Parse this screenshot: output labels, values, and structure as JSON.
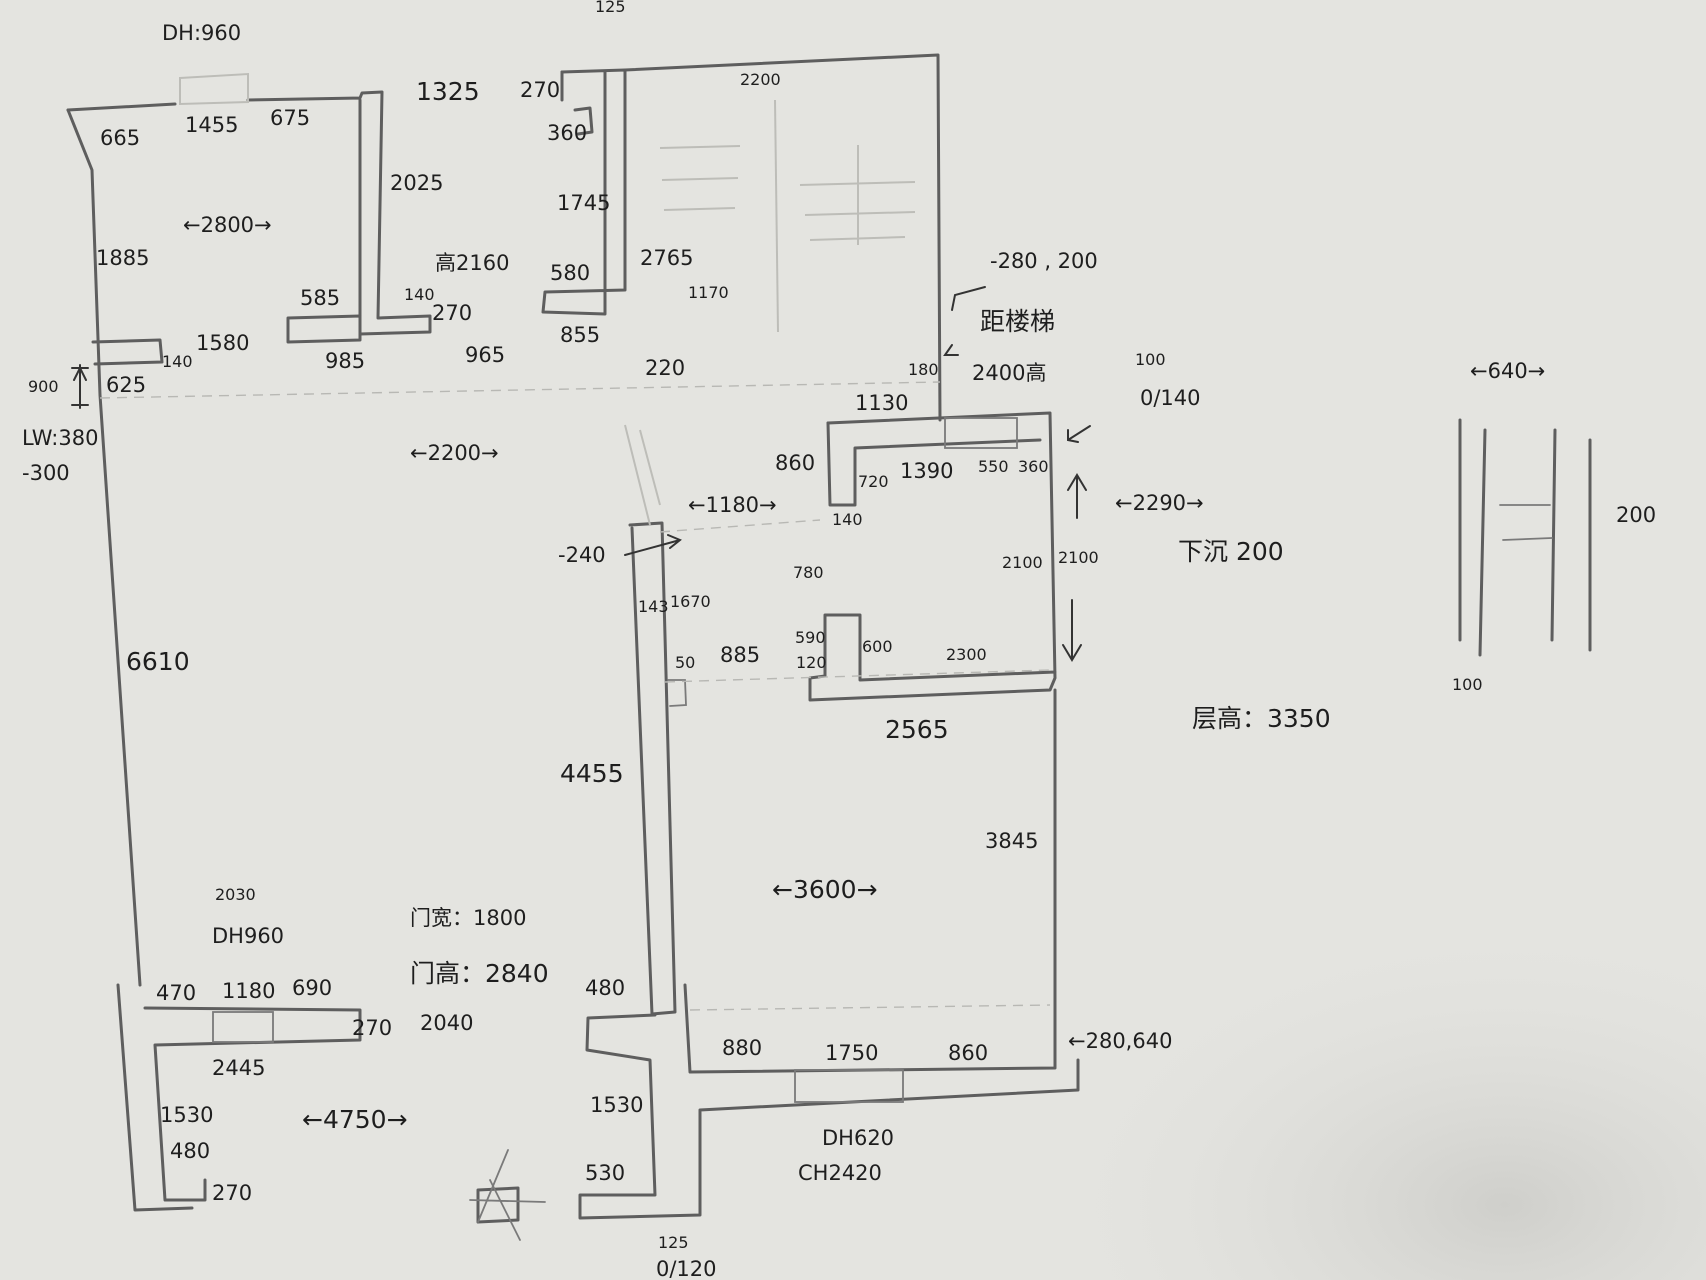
{
  "labels": [
    {
      "id": "dh-960-top",
      "text": "DH:960"
    },
    {
      "id": "dim-665",
      "text": "665"
    },
    {
      "id": "dim-1455",
      "text": "1455"
    },
    {
      "id": "dim-675",
      "text": "675"
    },
    {
      "id": "dim-1325",
      "text": "1325"
    },
    {
      "id": "dim-270-a",
      "text": "270"
    },
    {
      "id": "dim-125-top",
      "text": "125"
    },
    {
      "id": "dim-2200-top",
      "text": "2200"
    },
    {
      "id": "dim-360",
      "text": "360"
    },
    {
      "id": "dim-2025",
      "text": "2025"
    },
    {
      "id": "dim-1745",
      "text": "1745"
    },
    {
      "id": "dim-2800",
      "text": "←2800→"
    },
    {
      "id": "dim-1885",
      "text": "1885"
    },
    {
      "id": "ht-2160",
      "text": "高2160"
    },
    {
      "id": "dim-580",
      "text": "580"
    },
    {
      "id": "dim-2765",
      "text": "2765"
    },
    {
      "id": "dim-1170",
      "text": "1170"
    },
    {
      "id": "dim-585",
      "text": "585"
    },
    {
      "id": "dim-140-a",
      "text": "140"
    },
    {
      "id": "dim-270-b",
      "text": "270"
    },
    {
      "id": "dim-985",
      "text": "985"
    },
    {
      "id": "dim-965",
      "text": "965"
    },
    {
      "id": "dim-855",
      "text": "855"
    },
    {
      "id": "dim-1580",
      "text": "1580"
    },
    {
      "id": "dim-140-b",
      "text": "140"
    },
    {
      "id": "dim-220",
      "text": "220"
    },
    {
      "id": "dim-900",
      "text": "900"
    },
    {
      "id": "dim-625",
      "text": "625"
    },
    {
      "id": "lw-380",
      "text": "LW:380"
    },
    {
      "id": "dim-neg300",
      "text": "-300"
    },
    {
      "id": "dim-280-200",
      "text": "-280 , 200"
    },
    {
      "id": "note-beam",
      "text": "距楼梯"
    },
    {
      "id": "dim-180",
      "text": "180"
    },
    {
      "id": "ht-2400",
      "text": "2400高"
    },
    {
      "id": "dim-100-right",
      "text": "100"
    },
    {
      "id": "dim-0-140",
      "text": "0/140"
    },
    {
      "id": "dim-640-top",
      "text": "←640→"
    },
    {
      "id": "dim-1130",
      "text": "1130"
    },
    {
      "id": "dim-2200-mid",
      "text": "←2200→"
    },
    {
      "id": "dim-860-mid",
      "text": "860"
    },
    {
      "id": "dim-720",
      "text": "720"
    },
    {
      "id": "dim-1390",
      "text": "1390"
    },
    {
      "id": "dim-550",
      "text": "550"
    },
    {
      "id": "dim-360-b",
      "text": "360"
    },
    {
      "id": "dim-1180",
      "text": "←1180→"
    },
    {
      "id": "dim-2290",
      "text": "←2290→"
    },
    {
      "id": "dim-140-c",
      "text": "140"
    },
    {
      "id": "dim-neg240",
      "text": "-240"
    },
    {
      "id": "dim-780",
      "text": "780"
    },
    {
      "id": "dim-2100-a",
      "text": "2100"
    },
    {
      "id": "dim-2100-b",
      "text": "2100"
    },
    {
      "id": "note-sunken",
      "text": "下沉 200"
    },
    {
      "id": "dim-200-right",
      "text": "200"
    },
    {
      "id": "dim-1670",
      "text": "1670"
    },
    {
      "id": "dim-143",
      "text": "143"
    },
    {
      "id": "dim-6610",
      "text": "6610"
    },
    {
      "id": "dim-590",
      "text": "590"
    },
    {
      "id": "dim-600",
      "text": "600"
    },
    {
      "id": "dim-2300",
      "text": "2300"
    },
    {
      "id": "dim-50",
      "text": "50"
    },
    {
      "id": "dim-885",
      "text": "885"
    },
    {
      "id": "dim-120",
      "text": "120"
    },
    {
      "id": "dim-100-bottom",
      "text": "100"
    },
    {
      "id": "dim-2565",
      "text": "2565"
    },
    {
      "id": "floor-height",
      "text": "层高：3350"
    },
    {
      "id": "dim-4455",
      "text": "4455"
    },
    {
      "id": "dim-3845",
      "text": "3845"
    },
    {
      "id": "dim-3600",
      "text": "←3600→"
    },
    {
      "id": "dim-2030",
      "text": "2030"
    },
    {
      "id": "dh-960-bottom",
      "text": "DH960"
    },
    {
      "id": "door-width",
      "text": "门宽：1800"
    },
    {
      "id": "door-height",
      "text": "门高：2840"
    },
    {
      "id": "dim-2040",
      "text": "2040"
    },
    {
      "id": "dim-470",
      "text": "470"
    },
    {
      "id": "dim-1180-b",
      "text": "1180"
    },
    {
      "id": "dim-690",
      "text": "690"
    },
    {
      "id": "dim-270-c",
      "text": "270"
    },
    {
      "id": "dim-480-a",
      "text": "480"
    },
    {
      "id": "dim-2445",
      "text": "2445"
    },
    {
      "id": "dim-880",
      "text": "880"
    },
    {
      "id": "dim-1750",
      "text": "1750"
    },
    {
      "id": "dim-860-b",
      "text": "860"
    },
    {
      "id": "dim-280-640",
      "text": "←280,640"
    },
    {
      "id": "dim-1530-a",
      "text": "1530"
    },
    {
      "id": "dim-4750",
      "text": "←4750→"
    },
    {
      "id": "dim-1530-b",
      "text": "1530"
    },
    {
      "id": "dh-620",
      "text": "DH620"
    },
    {
      "id": "ch-2420",
      "text": "CH2420"
    },
    {
      "id": "dim-480-b",
      "text": "480"
    },
    {
      "id": "dim-270-d",
      "text": "270"
    },
    {
      "id": "dim-530",
      "text": "530"
    },
    {
      "id": "dim-125-bottom",
      "text": "125"
    },
    {
      "id": "dim-0-120",
      "text": "0/120"
    }
  ]
}
